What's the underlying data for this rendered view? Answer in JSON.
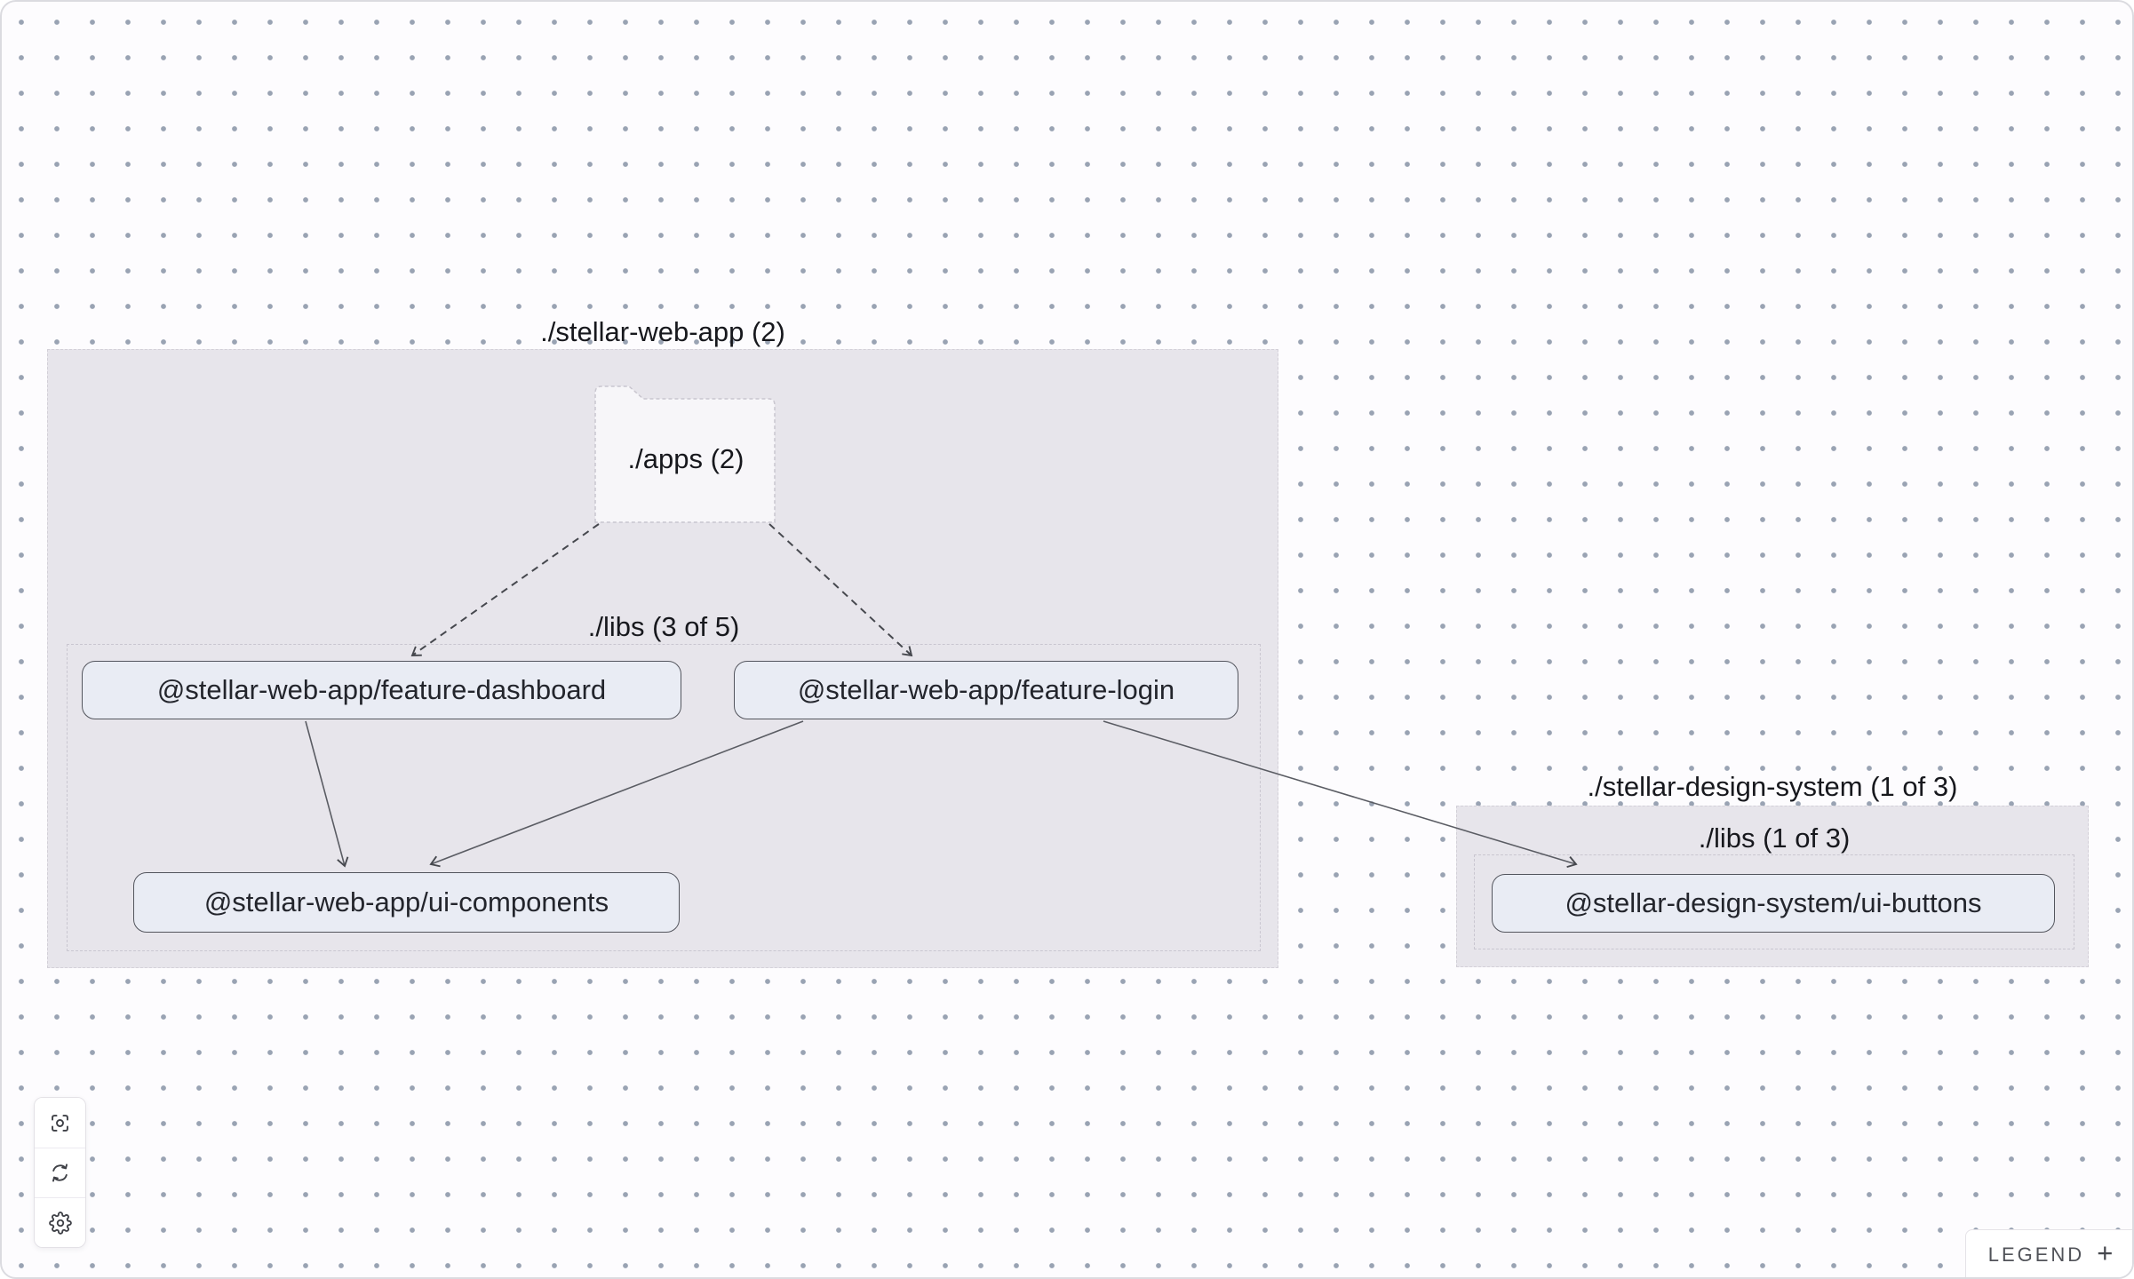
{
  "graph": {
    "groups": {
      "web_app": {
        "label": "./stellar-web-app (2)"
      },
      "web_app_apps_folder": {
        "label": "./apps (2)"
      },
      "web_app_libs": {
        "label": "./libs (3 of 5)"
      },
      "design_system": {
        "label": "./stellar-design-system (1 of 3)"
      },
      "design_system_libs": {
        "label": "./libs (1 of 3)"
      }
    },
    "nodes": [
      {
        "id": "feature-dashboard",
        "label": "@stellar-web-app/feature-dashboard"
      },
      {
        "id": "feature-login",
        "label": "@stellar-web-app/feature-login"
      },
      {
        "id": "ui-components",
        "label": "@stellar-web-app/ui-components"
      },
      {
        "id": "ui-buttons",
        "label": "@stellar-design-system/ui-buttons"
      }
    ],
    "edges": [
      {
        "from": "./apps",
        "to": "@stellar-web-app/feature-dashboard",
        "style": "dashed"
      },
      {
        "from": "./apps",
        "to": "@stellar-web-app/feature-login",
        "style": "dashed"
      },
      {
        "from": "@stellar-web-app/feature-dashboard",
        "to": "@stellar-web-app/ui-components",
        "style": "solid"
      },
      {
        "from": "@stellar-web-app/feature-login",
        "to": "@stellar-web-app/ui-components",
        "style": "solid"
      },
      {
        "from": "@stellar-web-app/feature-login",
        "to": "@stellar-design-system/ui-buttons",
        "style": "solid"
      }
    ]
  },
  "toolbar": {
    "buttons": [
      {
        "name": "focus",
        "icon": "crosshair-focus-icon"
      },
      {
        "name": "refresh",
        "icon": "refresh-icon"
      },
      {
        "name": "settings",
        "icon": "gear-icon"
      }
    ]
  },
  "legend": {
    "label": "LEGEND",
    "expand_symbol": "+"
  },
  "colors": {
    "canvas_background": "#fdfcfe",
    "canvas_dot": "#99a3b3",
    "group_fill": "#e7e5eb",
    "group_border": "#d3d0d8",
    "folder_fill": "#f7f6f9",
    "node_fill": "#e9ecf4",
    "node_border": "#53555d",
    "edge": "#55575e",
    "label_text": "#17181d"
  }
}
